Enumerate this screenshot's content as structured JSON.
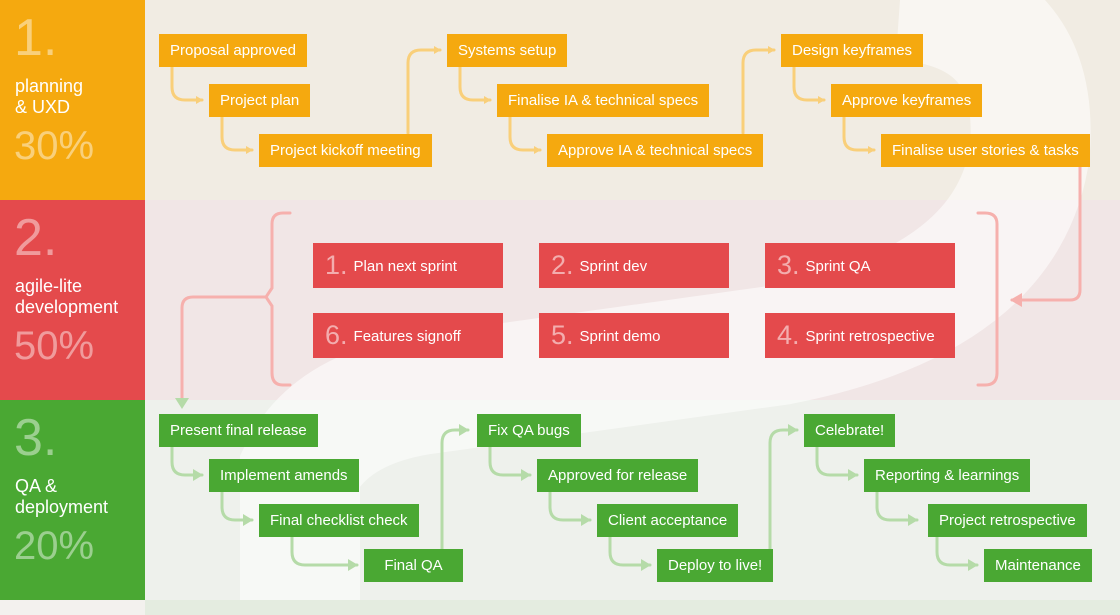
{
  "phases": [
    {
      "number": "1.",
      "name": "planning\n& UXD",
      "percent": "30%"
    },
    {
      "number": "2.",
      "name": "agile-lite\ndevelopment",
      "percent": "50%"
    },
    {
      "number": "3.",
      "name": "QA &\ndeployment",
      "percent": "20%"
    }
  ],
  "planning": {
    "tasks": [
      "Proposal approved",
      "Project plan",
      "Project kickoff meeting",
      "Systems setup",
      "Finalise IA & technical specs",
      "Approve IA & technical specs",
      "Design keyframes",
      "Approve keyframes",
      "Finalise user stories & tasks"
    ]
  },
  "sprint": {
    "steps": [
      {
        "num": "1.",
        "label": "Plan next sprint"
      },
      {
        "num": "2.",
        "label": "Sprint dev"
      },
      {
        "num": "3.",
        "label": "Sprint QA"
      },
      {
        "num": "6.",
        "label": "Features signoff"
      },
      {
        "num": "5.",
        "label": "Sprint demo"
      },
      {
        "num": "4.",
        "label": "Sprint retrospective"
      }
    ]
  },
  "qa": {
    "tasks": [
      "Present final release",
      "Implement amends",
      "Final checklist check",
      "Final QA",
      "Fix QA bugs",
      "Approved for release",
      "Client acceptance",
      "Deploy to live!",
      "Celebrate!",
      "Reporting & learnings",
      "Project retrospective",
      "Maintenance"
    ]
  },
  "colors": {
    "planning": "#f5a90f",
    "development": "#e44a4c",
    "qa": "#4aa833"
  }
}
